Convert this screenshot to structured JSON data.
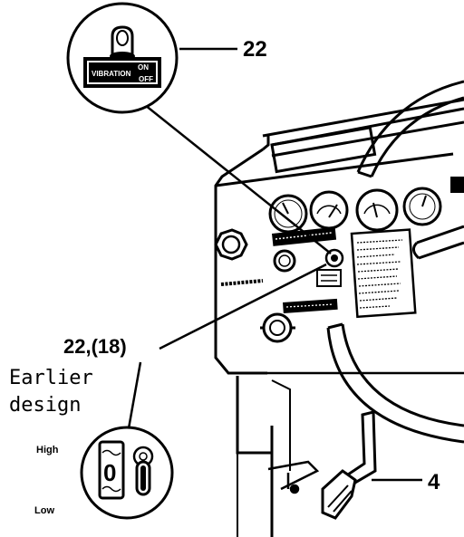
{
  "callouts": {
    "top": "22",
    "middle": "22,(18)",
    "lever": "4"
  },
  "note": {
    "line1": "Earlier",
    "line2": "design"
  },
  "top_switch": {
    "on": "ON",
    "vibration": "VIBRATION",
    "off": "OFF"
  },
  "old_switch": {
    "high": "High",
    "low": "Low",
    "dial_value": "0"
  }
}
